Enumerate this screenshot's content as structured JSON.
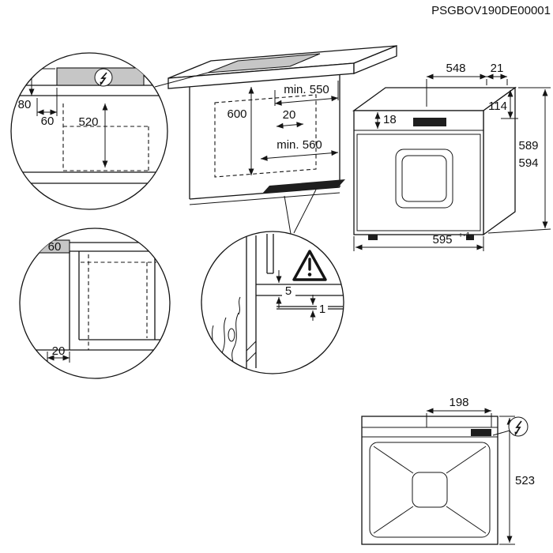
{
  "doc_code": "PSGBOV190DE00001",
  "niche": {
    "depth_min": "min. 550",
    "height": "600",
    "top_gap": "20",
    "width_min": "min. 560"
  },
  "oven": {
    "body_depth": "548",
    "rear_gap": "21",
    "rear_panel_height": "114",
    "front_top_inset": "18",
    "height_rear": "589",
    "height_front": "594",
    "width": "595",
    "width_tolerance": "+-1"
  },
  "worktop_detail": {
    "front_thickness": "80",
    "hob_inset": "60",
    "clearance_below": "520"
  },
  "side_detail": {
    "side_strip": "60",
    "bottom_gap": "20"
  },
  "junction_detail": {
    "gap_top": "5",
    "gap_bottom": "1"
  },
  "top_view": {
    "cable_position": "198",
    "appliance_depth": "523"
  },
  "icons": {
    "electrical": "lightning-bolt",
    "warning": "exclamation-triangle"
  }
}
